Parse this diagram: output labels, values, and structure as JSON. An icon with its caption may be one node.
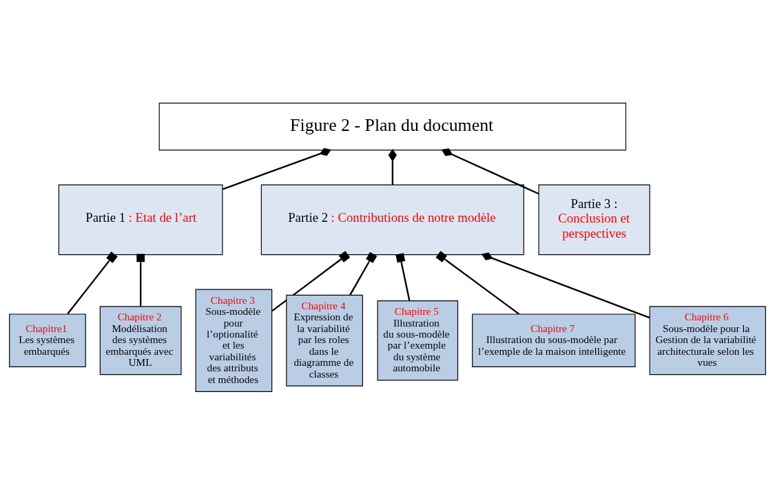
{
  "diagram": {
    "nodes": [
      {
        "text": [
          "Figure 2 - Plan du document"
        ]
      },
      {
        "text": [
          "Partie 1",
          ": Etat de l’art"
        ]
      },
      {
        "text": [
          "Partie 2",
          ": Contributions de notre modèle"
        ]
      },
      {
        "text": [
          "Partie 3 :",
          "Conclusion et perspectives"
        ]
      },
      {
        "text": [
          "Chapitre1",
          "Les systèmes embarqués"
        ]
      },
      {
        "text": [
          "Chapitre 2",
          "Modélisation des systèmes embarqués avec UML"
        ]
      },
      {
        "text": [
          "Chapitre 3",
          "Sous-modèle pour l’optionalité et les variabilités des attributs et méthodes"
        ]
      },
      {
        "text": [
          "Chapitre 4",
          "Expression de la variabilité par les roles dans le diagramme de classes"
        ]
      },
      {
        "text": [
          "Chapitre 5",
          "Illustration du sous-modèle par l’exemple du système automobile"
        ]
      },
      {
        "text": [
          "Chapitre 7",
          "Illustration du sous-modèle par l’exemple de la maison intelligente"
        ]
      },
      {
        "text": [
          "Chapitre 6",
          "Sous-modèle pour la Gestion de la variabilité architecturale selon les vues"
        ]
      }
    ],
    "edges": [
      {
        "from": 0,
        "to": 1,
        "arrow": "other"
      },
      {
        "from": 0,
        "to": 2,
        "arrow": "other"
      },
      {
        "from": 0,
        "to": 3,
        "arrow": "other"
      },
      {
        "from": 1,
        "to": 4,
        "arrow": "other"
      },
      {
        "from": 1,
        "to": 5,
        "arrow": "other"
      },
      {
        "from": 2,
        "to": 6,
        "arrow": "other"
      },
      {
        "from": 2,
        "to": 7,
        "arrow": "other"
      },
      {
        "from": 2,
        "to": 8,
        "arrow": "other"
      },
      {
        "from": 2,
        "to": 9,
        "arrow": "other"
      },
      {
        "from": 2,
        "to": 10,
        "arrow": "other"
      }
    ]
  }
}
